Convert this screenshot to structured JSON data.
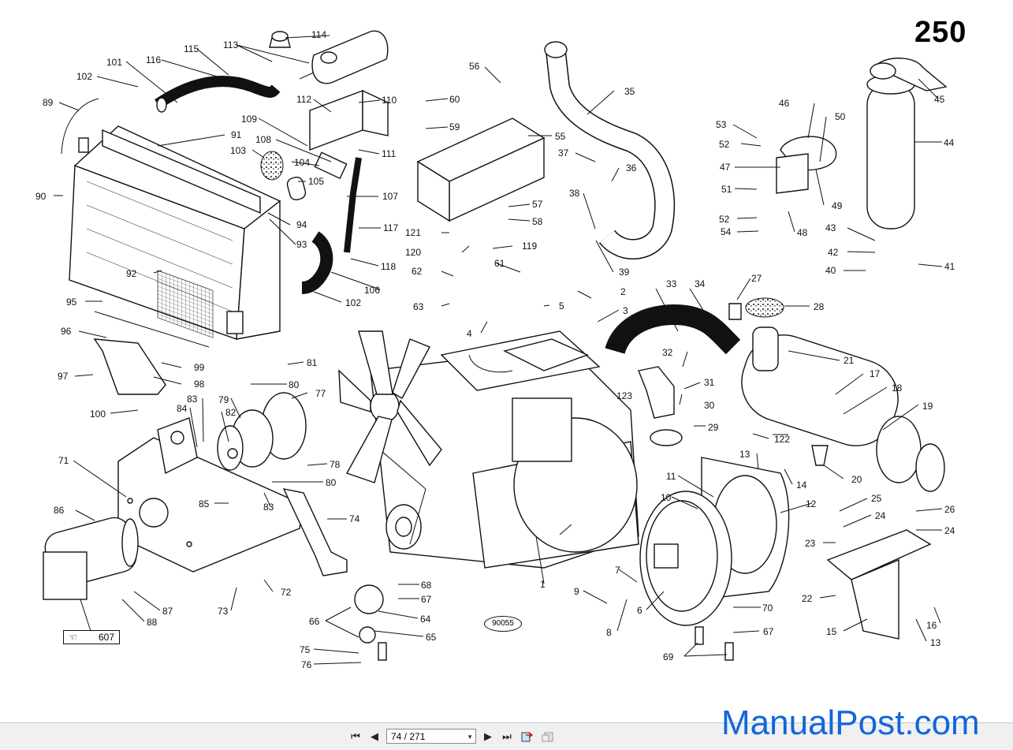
{
  "document": {
    "page_label": "250",
    "reference_box": "607",
    "drawing_number": "90055",
    "callouts": [
      "1",
      "2",
      "3",
      "4",
      "5",
      "6",
      "7",
      "8",
      "9",
      "10",
      "11",
      "12",
      "13",
      "14",
      "15",
      "16",
      "17",
      "18",
      "19",
      "20",
      "21",
      "22",
      "23",
      "24",
      "25",
      "26",
      "27",
      "28",
      "29",
      "30",
      "31",
      "32",
      "33",
      "34",
      "35",
      "36",
      "37",
      "38",
      "39",
      "40",
      "41",
      "42",
      "43",
      "44",
      "45",
      "46",
      "47",
      "48",
      "49",
      "50",
      "51",
      "52",
      "53",
      "54",
      "55",
      "56",
      "57",
      "58",
      "59",
      "60",
      "61",
      "62",
      "63",
      "64",
      "65",
      "66",
      "67",
      "68",
      "69",
      "70",
      "71",
      "72",
      "73",
      "74",
      "75",
      "76",
      "77",
      "78",
      "79",
      "80",
      "81",
      "82",
      "83",
      "84",
      "85",
      "86",
      "87",
      "88",
      "89",
      "90",
      "91",
      "92",
      "93",
      "94",
      "95",
      "96",
      "97",
      "98",
      "99",
      "100",
      "101",
      "102",
      "103",
      "104",
      "105",
      "106",
      "107",
      "108",
      "109",
      "110",
      "111",
      "112",
      "113",
      "114",
      "115",
      "116",
      "117",
      "118",
      "119",
      "120",
      "121",
      "122",
      "123"
    ]
  },
  "toolbar": {
    "page_field": "74 / 271",
    "first_page_icon": "first-page-icon",
    "prev_page_icon": "previous-page-icon",
    "next_page_icon": "next-page-icon",
    "last_page_icon": "last-page-icon",
    "back_view_icon": "previous-view-icon",
    "forward_view_icon": "next-view-icon"
  },
  "watermark": "ManualPost.com"
}
